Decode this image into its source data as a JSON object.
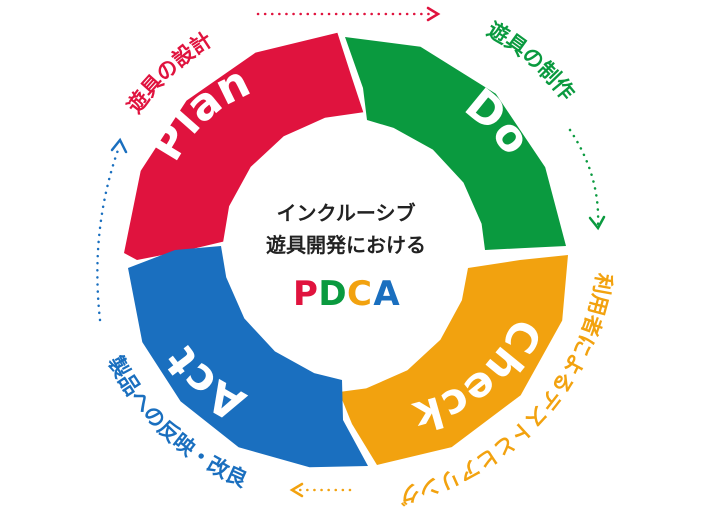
{
  "colors": {
    "plan": "#e0133e",
    "do": "#0a9a3f",
    "check": "#f2a20f",
    "act": "#1a6fbf",
    "center_text": "#222222"
  },
  "segments": {
    "plan": "Plan",
    "do": "Do",
    "check": "Check",
    "act": "Act"
  },
  "center": {
    "line1": "インクルーシブ",
    "line2": "遊具開発における",
    "pdca_letters": [
      {
        "char": "P",
        "color": "#e0133e"
      },
      {
        "char": "D",
        "color": "#0a9a3f"
      },
      {
        "char": "C",
        "color": "#f2a20f"
      },
      {
        "char": "A",
        "color": "#1a6fbf"
      }
    ]
  },
  "outer_labels": {
    "plan": "遊具の設計",
    "do": "遊具の制作",
    "check": "利用者によるテストとヒアリング",
    "act": "製品への反映・改良"
  }
}
